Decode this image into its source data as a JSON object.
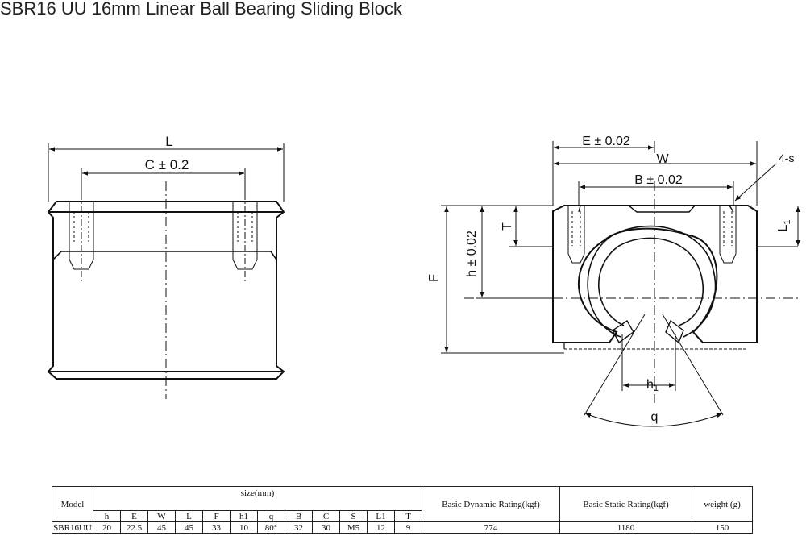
{
  "title": "SBR16 UU 16mm Linear Ball Bearing Sliding Block",
  "drawing": {
    "front": {
      "L": "L",
      "C": "C ± 0.2"
    },
    "side": {
      "E": "E ± 0.02",
      "W": "W",
      "B": "B ± 0.02",
      "S": "4-s",
      "T": "T",
      "L1": "L",
      "L1_sub": "1",
      "h": "h ± 0.02",
      "F": "F",
      "h1": "h",
      "h1_sub": "1",
      "q": "q"
    }
  },
  "table": {
    "model_header": "Model",
    "size_header": "size(mm)",
    "dynamic_header": "Basic Dynamic Rating(kgf)",
    "static_header": "Basic Static Rating(kgf)",
    "weight_header": "weight (g)",
    "columns": [
      "h",
      "E",
      "W",
      "L",
      "F",
      "h1",
      "q",
      "B",
      "C",
      "S",
      "L1",
      "T"
    ],
    "row": {
      "model": "SBR16UU",
      "values": [
        "20",
        "22.5",
        "45",
        "45",
        "33",
        "10",
        "80°",
        "32",
        "30",
        "M5",
        "12",
        "9"
      ],
      "dynamic": "774",
      "static": "1180",
      "weight": "150"
    }
  }
}
